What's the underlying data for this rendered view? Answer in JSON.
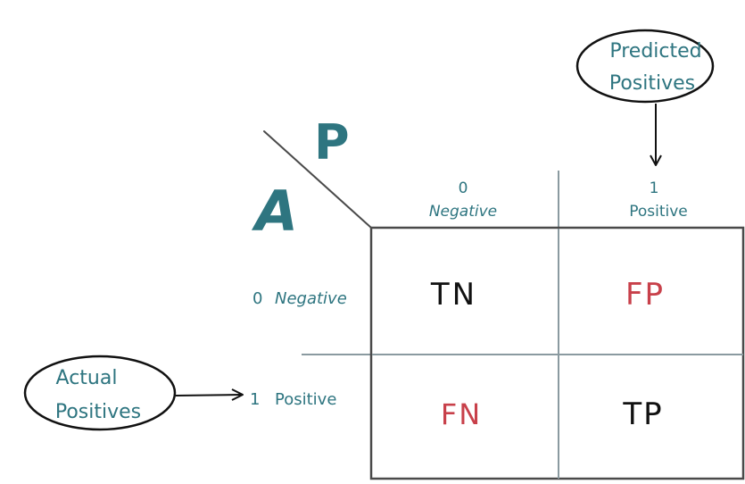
{
  "axis_markers": {
    "predicted": "P",
    "actual": "A"
  },
  "columns": [
    {
      "value": "0",
      "label": "Negative"
    },
    {
      "value": "1",
      "label": "Positive"
    }
  ],
  "rows": [
    {
      "value": "0",
      "label": "Negative"
    },
    {
      "value": "1",
      "label": "Positive"
    }
  ],
  "cells": {
    "tn": "TN",
    "fp": "FP",
    "fn": "FN",
    "tp": "TP"
  },
  "callouts": {
    "predicted": {
      "line1": "Predicted",
      "line2": "Positives"
    },
    "actual": {
      "line1": "Actual",
      "line2": "Positives"
    }
  },
  "colors": {
    "teal": "#2e7580",
    "correct": "#111111",
    "error": "#c8404a",
    "grid": "#4a4a4a",
    "divider": "#8a9aa0"
  }
}
